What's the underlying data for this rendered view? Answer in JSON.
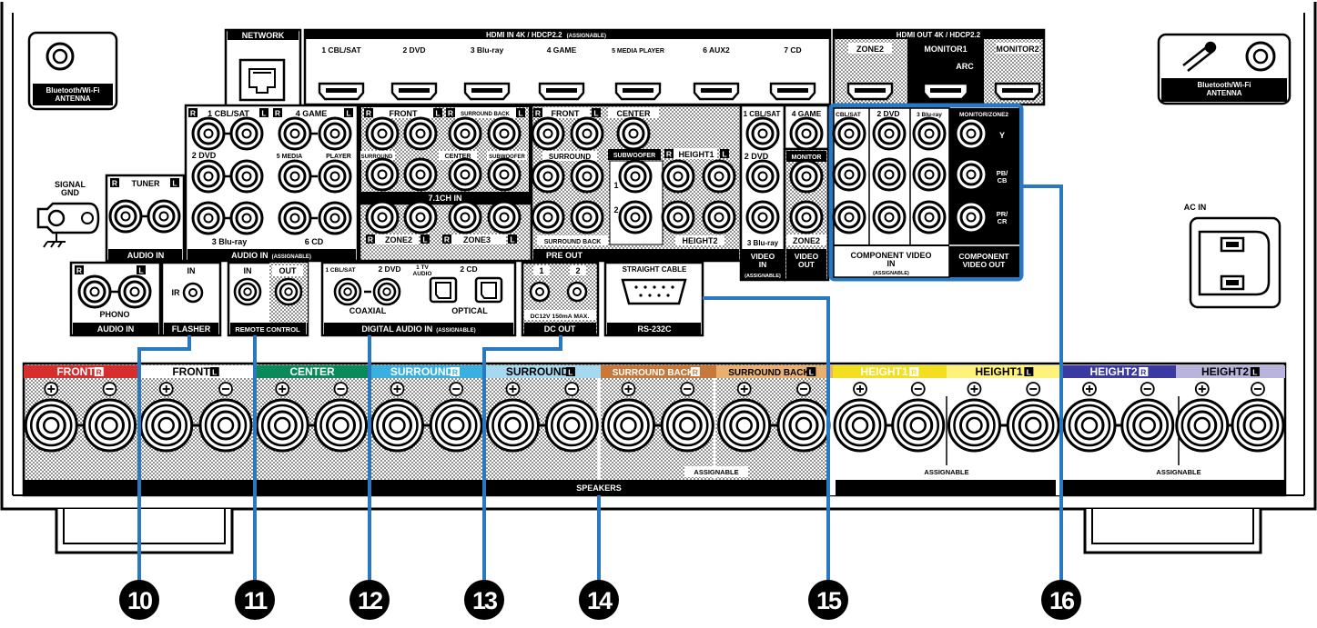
{
  "antenna_left": "Bluetooth/Wi-Fi\nANTENNA",
  "antenna_right": "Bluetooth/Wi-Fi\nANTENNA",
  "network": "NETWORK",
  "hdmi_in": {
    "title": "HDMI IN  4K / HDCP2.2",
    "assignable": "(ASSIGNABLE)",
    "ports": [
      "1 CBL/SAT",
      "2 DVD",
      "3 Blu-ray",
      "4 GAME",
      "5 MEDIA PLAYER",
      "6 AUX2",
      "7 CD"
    ]
  },
  "hdmi_out": {
    "title": "HDMI OUT  4K / HDCP2.2",
    "ports": [
      "ZONE2",
      "MONITOR1",
      "MONITOR2"
    ],
    "arc": "ARC"
  },
  "signal_gnd": "SIGNAL\nGND",
  "tuner": "TUNER",
  "audio_in_label": "AUDIO IN",
  "audio_in_assignable": {
    "labels": [
      "1 CBL/SAT",
      "4 GAME",
      "2 DVD",
      "5 MEDIA",
      "PLAYER",
      "3 Blu-ray",
      "6 CD"
    ],
    "title": "AUDIO IN",
    "sub": "(ASSIGNABLE)"
  },
  "in71": {
    "labels": [
      "FRONT",
      "SURROUND BACK",
      "SURROUND",
      "CENTER",
      "SUBWOOFER"
    ],
    "title": "7.1CH IN"
  },
  "zones": [
    "ZONE2",
    "ZONE3"
  ],
  "preout": {
    "labels": [
      "FRONT",
      "CENTER",
      "SURROUND",
      "SUBWOOFER",
      "HEIGHT1",
      "SURROUND BACK",
      "HEIGHT2"
    ],
    "sub_nums": [
      "1",
      "2"
    ],
    "title": "PRE OUT"
  },
  "video_in": {
    "labels": [
      "1 CBL/SAT",
      "4 GAME",
      "2 DVD",
      "3 Blu-ray"
    ],
    "title": "VIDEO\nIN",
    "sub": "(ASSIGNABLE)"
  },
  "video_out": {
    "labels": [
      "MONITOR",
      "ZONE2"
    ],
    "title": "VIDEO\nOUT"
  },
  "component_in": {
    "labels": [
      "CBL/SAT",
      "2 DVD",
      "3 Blu-ray"
    ],
    "title": "COMPONENT VIDEO\nIN",
    "sub": "(ASSIGNABLE)"
  },
  "component_out": {
    "labels": [
      "MONITOR/ZONE2",
      "Y",
      "PB/\nCB",
      "PR/\nCR"
    ],
    "title": "COMPONENT\nVIDEO OUT"
  },
  "ac_in": "AC IN",
  "phono": {
    "title": "PHONO",
    "sub": "AUDIO IN"
  },
  "flasher": {
    "in": "IN",
    "ir": "IR",
    "title": "FLASHER"
  },
  "remote": {
    "in": "IN",
    "out": "OUT",
    "title": "REMOTE CONTROL"
  },
  "digital": {
    "labels": [
      "1 CBL/SAT",
      "2 DVD",
      "1 TV\nAUDIO",
      "2 CD"
    ],
    "coaxial": "COAXIAL",
    "optical": "OPTICAL",
    "title": "DIGITAL AUDIO IN",
    "sub": "(ASSIGNABLE)"
  },
  "dc_out": {
    "nums": [
      "1",
      "2"
    ],
    "spec": "DC12V 150mA MAX.",
    "title": "DC OUT"
  },
  "rs232c": {
    "top": "STRAIGHT CABLE",
    "title": "RS-232C"
  },
  "speakers": {
    "headers": [
      "FRONT",
      "FRONT",
      "CENTER",
      "SURROUND",
      "SURROUND",
      "SURROUND BACK",
      "SURROUND BACK",
      "HEIGHT1",
      "HEIGHT1",
      "HEIGHT2",
      "HEIGHT2"
    ],
    "sides": [
      "R",
      "L",
      "",
      "R",
      "L",
      "R",
      "L",
      "R",
      "L",
      "R",
      "L"
    ],
    "header_colors": [
      "#d62d2d",
      "#ffffff",
      "#0a8a5a",
      "#3ab0e0",
      "#a6d8ef",
      "#c8783a",
      "#e8b070",
      "#f2e020",
      "#fff27a",
      "#3a3aa0",
      "#b8b4dc"
    ],
    "header_text_colors": [
      "#ffffff",
      "#000000",
      "#ffffff",
      "#ffffff",
      "#000000",
      "#ffffff",
      "#000000",
      "#ffffff",
      "#000000",
      "#ffffff",
      "#000000"
    ],
    "assignable": "ASSIGNABLE",
    "title": "SPEAKERS"
  },
  "callouts": [
    "10",
    "11",
    "12",
    "13",
    "14",
    "15",
    "16"
  ],
  "callout_color": "#2a78c0"
}
